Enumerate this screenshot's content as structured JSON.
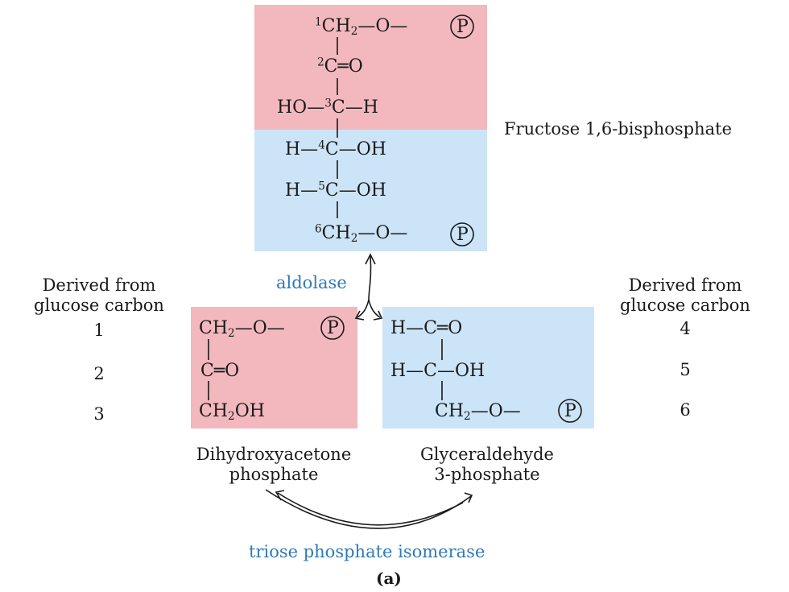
{
  "top_molecule": {
    "name": "Fructose 1,6-bisphosphate",
    "carbons": [
      "1",
      "2",
      "3",
      "4",
      "5",
      "6"
    ],
    "phosphate": "P"
  },
  "enzymes": {
    "split": "aldolase",
    "isomerase": "triose phosphate isomerase"
  },
  "left_column": {
    "header_line1": "Derived from",
    "header_line2": "glucose carbon",
    "numbers": [
      "1",
      "2",
      "3"
    ]
  },
  "right_column": {
    "header_line1": "Derived from",
    "header_line2": "glucose carbon",
    "numbers": [
      "4",
      "5",
      "6"
    ]
  },
  "products": {
    "dhap_line1": "Dihydroxyacetone",
    "dhap_line2": "phosphate",
    "g3p_line1": "Glyceraldehyde",
    "g3p_line2": "3-phosphate"
  },
  "panel_label": "(a)",
  "colors": {
    "pink_region": "#f2b8bd",
    "blue_region": "#cce4f7",
    "enzyme_text": "#2f7ab8"
  }
}
